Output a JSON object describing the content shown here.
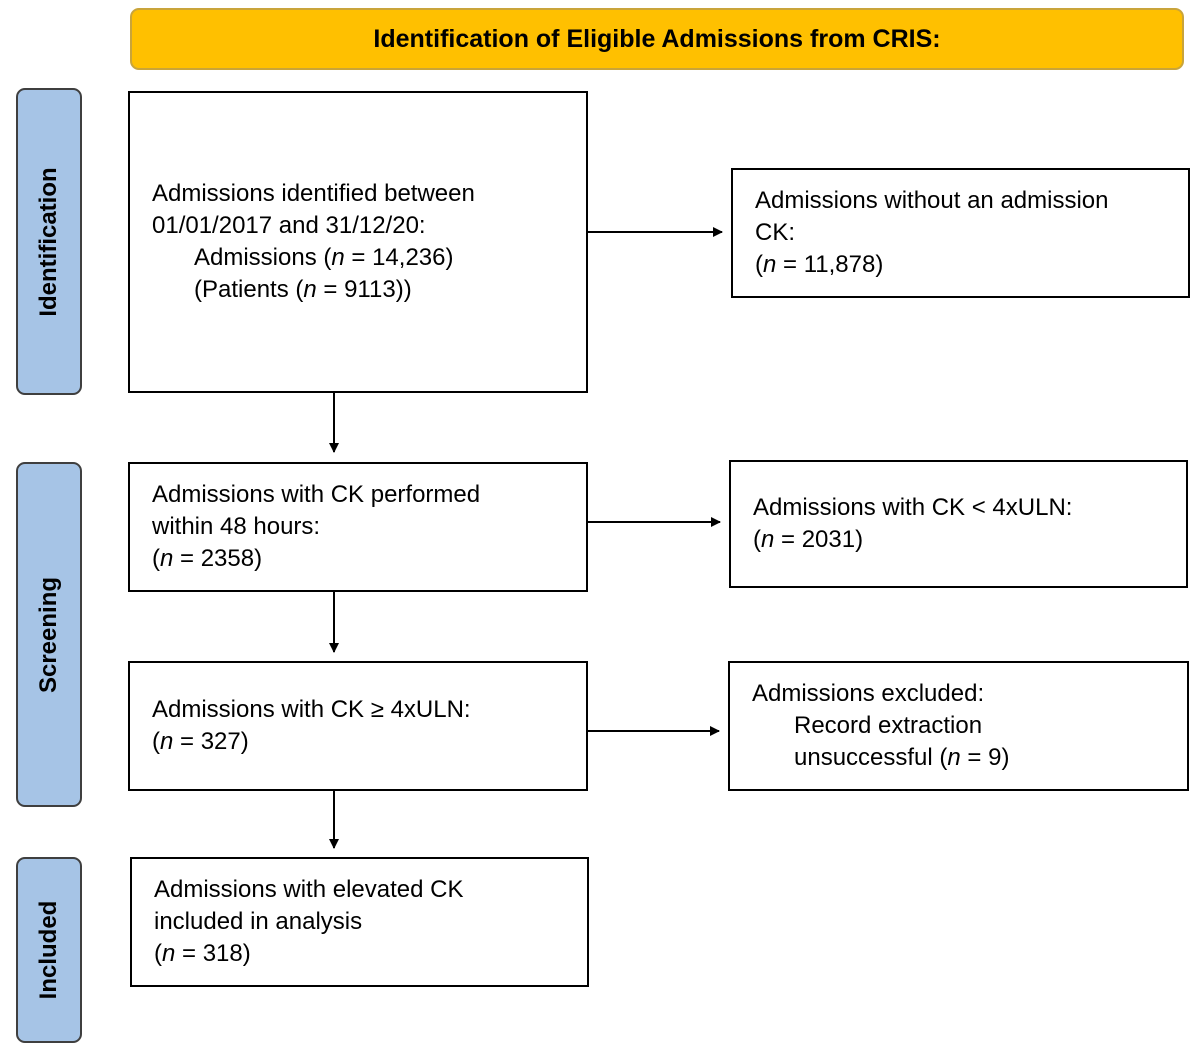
{
  "banner": {
    "title": "Identification of Eligible Admissions from CRIS:"
  },
  "phases": {
    "identification": "Identification",
    "screening": "Screening",
    "included": "Included"
  },
  "n_symbol": "n",
  "boxes": {
    "identified": {
      "line1": "Admissions identified between",
      "line2": "01/01/2017 and 31/12/20:",
      "admissions_prefix": "Admissions (",
      "admissions_suffix": " = 14,236)",
      "patients_prefix": "(Patients (",
      "patients_suffix": " = 9113))"
    },
    "no_ck": {
      "line1": "Admissions without an admission",
      "line2": "CK:",
      "count_prefix": "(",
      "count_suffix": " = 11,878)"
    },
    "ck_48h": {
      "line1": "Admissions with CK performed",
      "line2": "within 48 hours:",
      "count_prefix": "(",
      "count_suffix": " = 2358)"
    },
    "ck_low": {
      "line1": "Admissions with CK < 4xULN:",
      "count_prefix": "(",
      "count_suffix": " = 2031)"
    },
    "ck_high": {
      "line1": "Admissions with CK ≥ 4xULN:",
      "count_prefix": "(",
      "count_suffix": " = 327)"
    },
    "excluded": {
      "line1": "Admissions excluded:",
      "line2": "Record extraction",
      "line3_prefix": "unsuccessful (",
      "line3_suffix": " = 9)"
    },
    "included": {
      "line1": "Admissions with elevated CK",
      "line2": "included in analysis",
      "count_prefix": "(",
      "count_suffix": " = 318)"
    }
  }
}
